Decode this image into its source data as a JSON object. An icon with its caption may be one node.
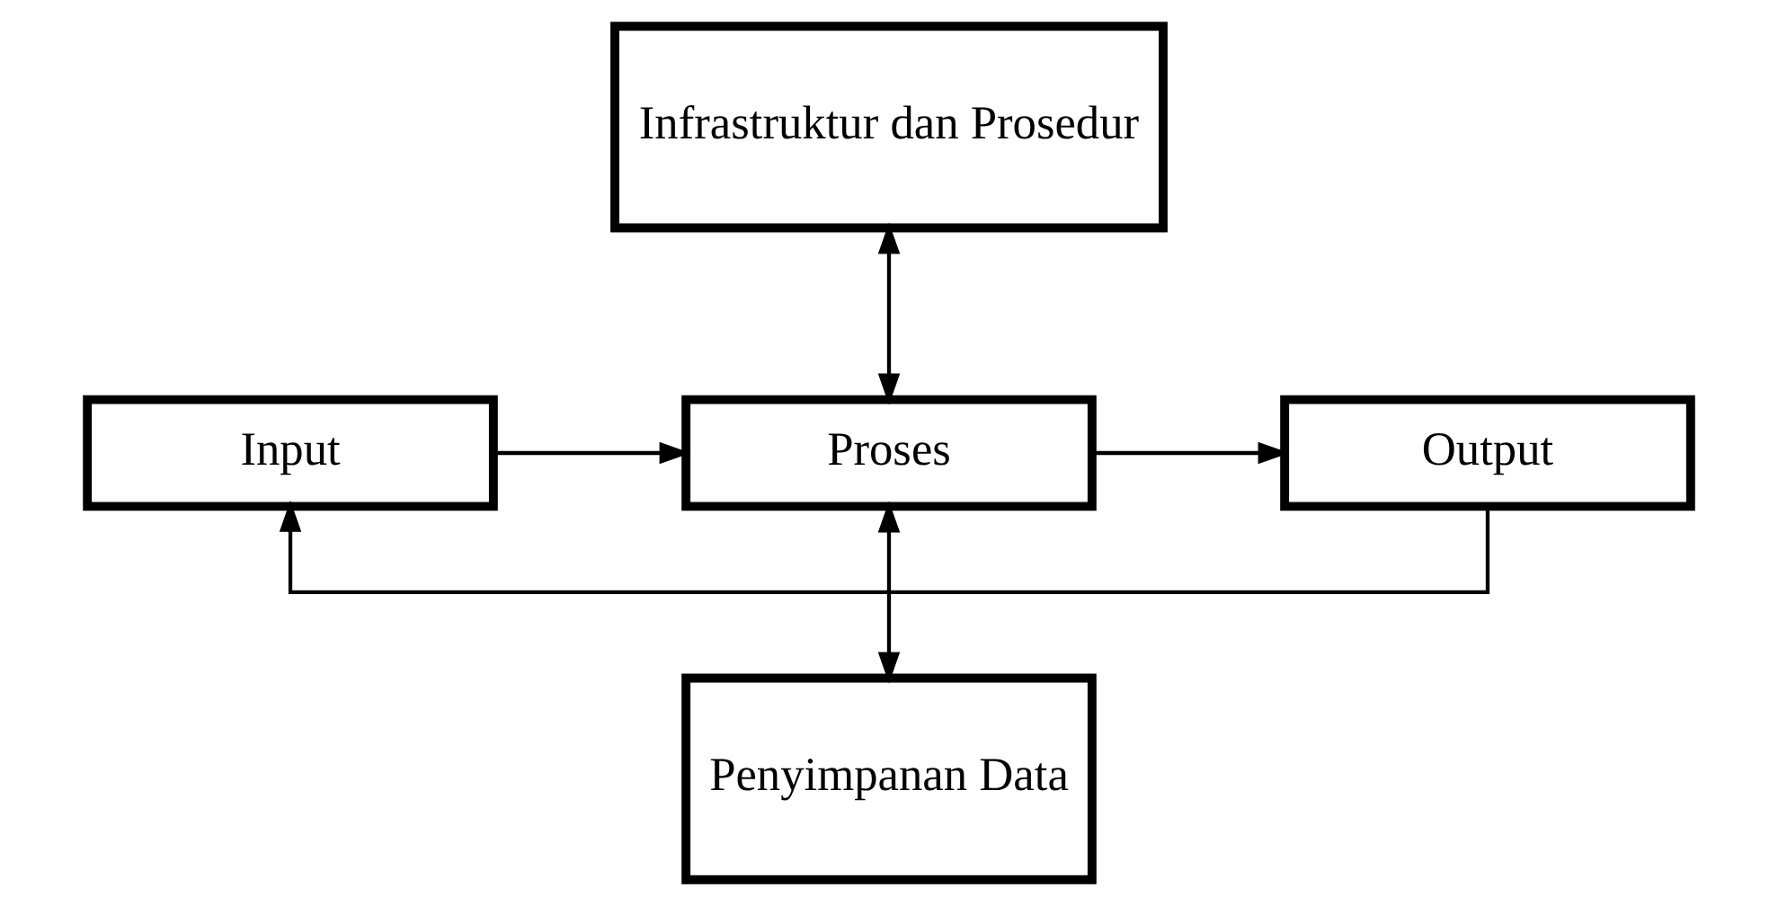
{
  "diagram": {
    "nodes": [
      {
        "text": [
          "Infrastruktur dan Prosedur"
        ]
      },
      {
        "text": [
          "Input"
        ]
      },
      {
        "text": [
          "Proses"
        ]
      },
      {
        "text": [
          "Output"
        ]
      },
      {
        "text": [
          "Penyimpanan Data"
        ]
      }
    ],
    "edges": [
      {
        "from": 0,
        "to": 2,
        "arrow": "both"
      },
      {
        "from": 1,
        "to": 2,
        "arrow": "to"
      },
      {
        "from": 2,
        "to": 3,
        "arrow": "to"
      },
      {
        "from": 3,
        "to": 1,
        "arrow": "to"
      },
      {
        "from": 2,
        "to": 4,
        "arrow": "both"
      }
    ]
  }
}
